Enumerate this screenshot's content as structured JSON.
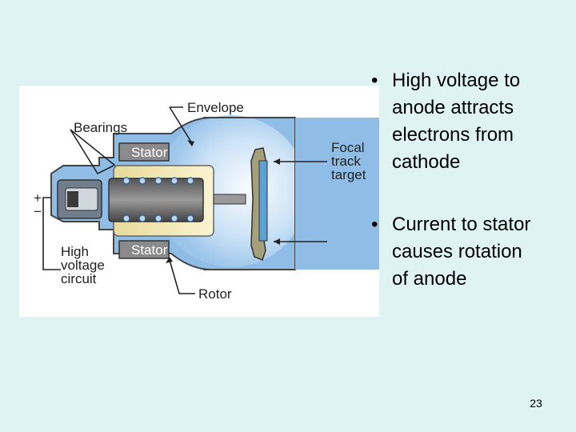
{
  "diagram": {
    "labels": {
      "envelope": "Envelope",
      "bearings": "Bearings",
      "stator_top": "Stator",
      "stator_bottom": "Stator",
      "focal_1": "Focal",
      "focal_2": "track",
      "focal_3": "target",
      "plus": "+",
      "minus": "−",
      "hv_1": "High",
      "hv_2": "voltage",
      "hv_3": "circuit",
      "rotor": "Rotor"
    }
  },
  "bullets": [
    {
      "symbol": "•",
      "text_lines": [
        "High voltage to",
        "anode attracts",
        "electrons from",
        "cathode"
      ]
    },
    {
      "symbol": "•",
      "text_lines": [
        "Current to stator",
        "causes rotation",
        "of anode"
      ]
    }
  ],
  "page_number": "23"
}
